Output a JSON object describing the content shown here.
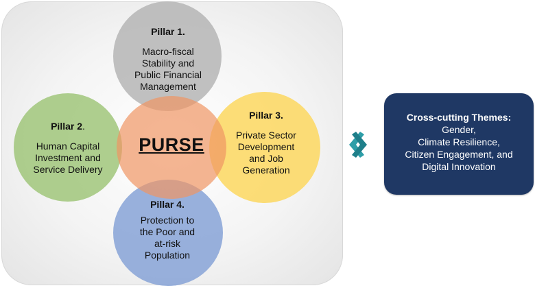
{
  "pillars": [
    {
      "title": "Pillar 1.",
      "lines": [
        "Macro-fiscal",
        "Stability and",
        "Public Financial",
        "Management"
      ],
      "color": "#b0b0b0"
    },
    {
      "title": "Pillar 2",
      "title_suffix": ".",
      "lines": [
        "Human Capital",
        "Investment and",
        "Service Delivery"
      ],
      "color": "#9bc373"
    },
    {
      "title": "Pillar 3.",
      "lines": [
        "Private Sector",
        "Development",
        "and Job",
        "Generation"
      ],
      "color": "#fcd656"
    },
    {
      "title": "Pillar 4.",
      "lines": [
        "Protection to",
        "the Poor and",
        "at-risk",
        "Population"
      ],
      "color": "#82a0d6"
    }
  ],
  "center": {
    "label": "PURSE",
    "color": "#f09664"
  },
  "themes": {
    "title": "Cross-cutting Themes:",
    "lines": [
      "Gender,",
      "Climate Resilience,",
      "Citizen Engagement, and",
      "Digital Innovation"
    ],
    "color": "#1f3864"
  },
  "connector": {
    "icon": "double-chevron-icon",
    "color": "#2e9ea8"
  }
}
